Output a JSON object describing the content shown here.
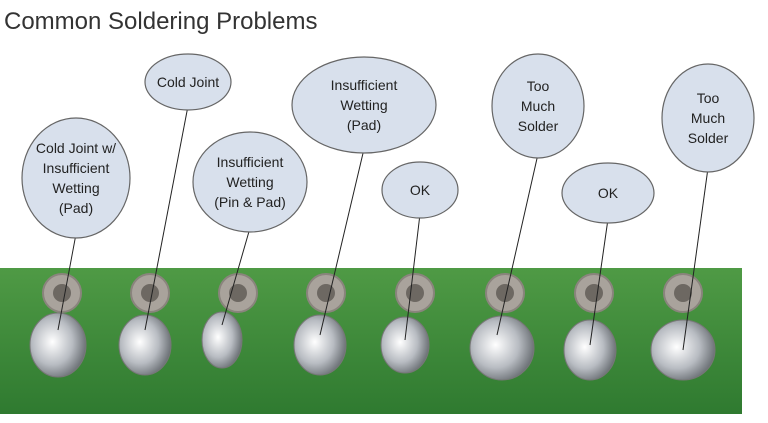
{
  "title": "Common Soldering Problems",
  "callouts": [
    {
      "lines": [
        "Cold Joint w/",
        "Insufficient",
        "Wetting",
        "(Pad)"
      ]
    },
    {
      "lines": [
        "Cold Joint"
      ]
    },
    {
      "lines": [
        "Insufficient",
        "Wetting",
        "(Pin & Pad)"
      ]
    },
    {
      "lines": [
        "Insufficient",
        "Wetting",
        "(Pad)"
      ]
    },
    {
      "lines": [
        "OK"
      ]
    },
    {
      "lines": [
        "Too",
        "Much",
        "Solder"
      ]
    },
    {
      "lines": [
        "OK"
      ]
    },
    {
      "lines": [
        "Too",
        "Much",
        "Solder"
      ]
    }
  ],
  "colors": {
    "bubble": "#d8e0ec",
    "board": "#3f8a3a",
    "solder": "#c9ccd0"
  }
}
